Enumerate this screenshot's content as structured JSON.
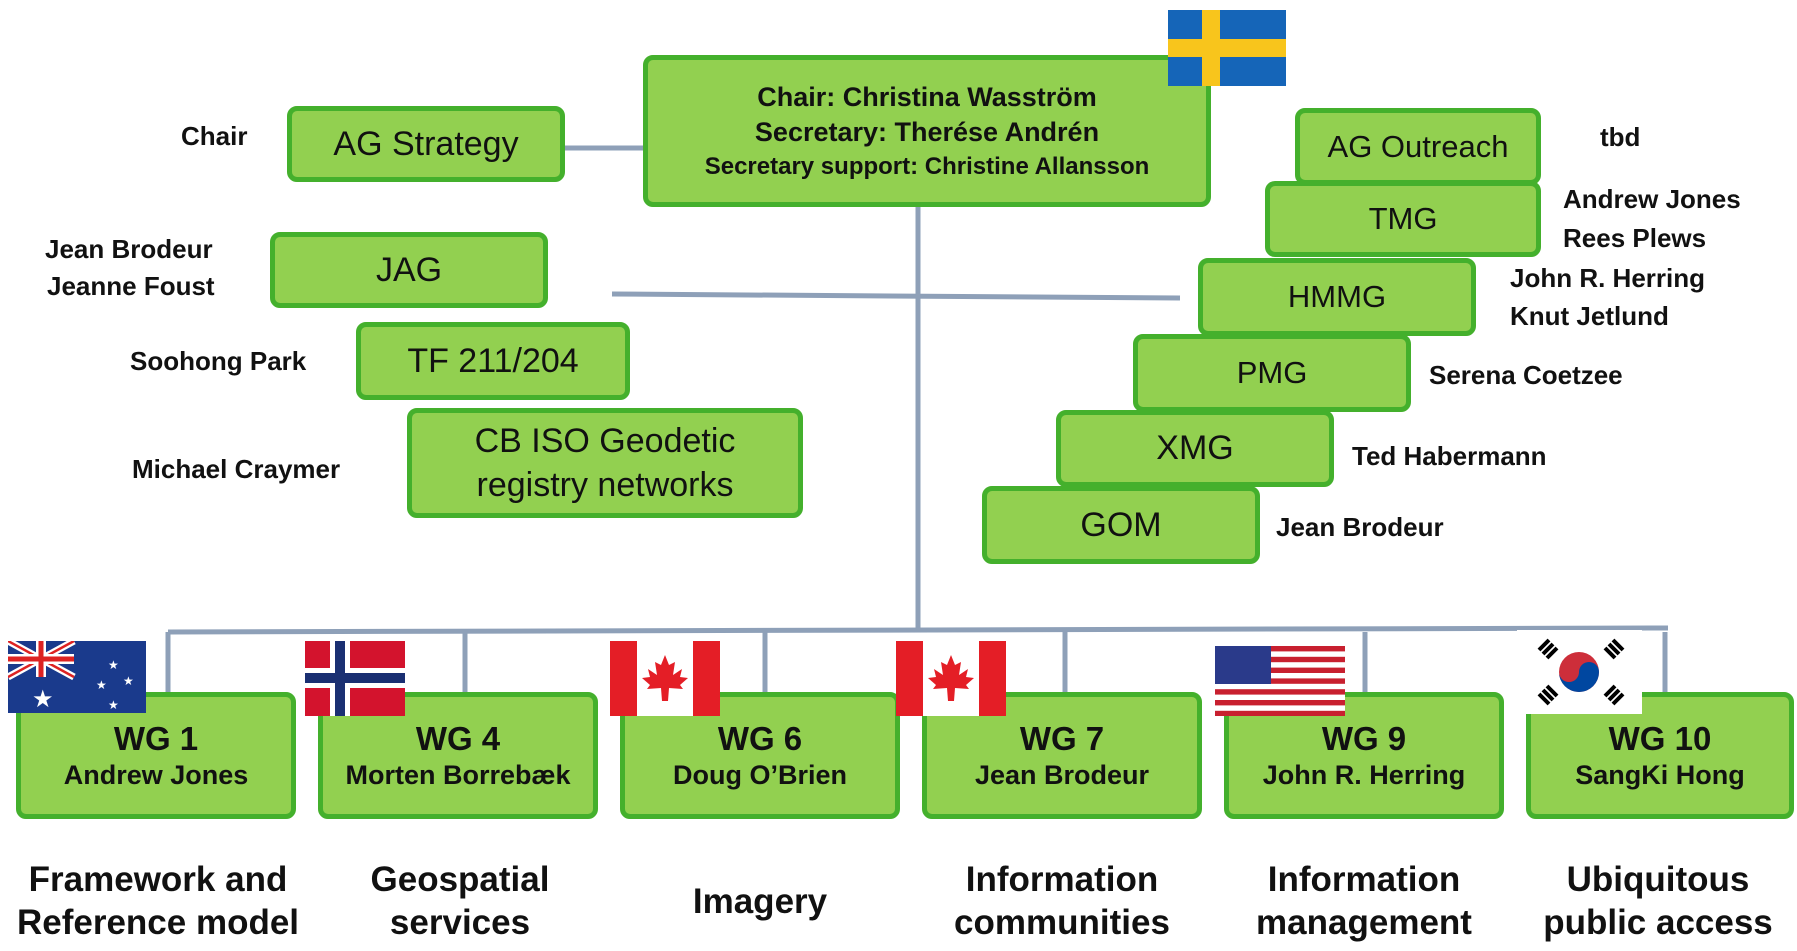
{
  "top": {
    "chair": "Chair: Christina Wasström",
    "secretary": "Secretary: Therése Andrén",
    "support": "Secretary support: Christine Allansson"
  },
  "left_groups": [
    {
      "name": "AG Strategy",
      "leaders": [
        "Chair"
      ]
    },
    {
      "name": "JAG",
      "leaders": [
        "Jean Brodeur",
        "Jeanne Foust"
      ]
    },
    {
      "name": "TF 211/204",
      "leaders": [
        "Soohong Park"
      ]
    },
    {
      "name": "CB ISO Geodetic registry networks",
      "name_lines": [
        "CB ISO Geodetic",
        "registry networks"
      ],
      "leaders": [
        "Michael Craymer"
      ]
    }
  ],
  "right_groups": [
    {
      "name": "AG Outreach",
      "leaders": [
        "tbd"
      ]
    },
    {
      "name": "TMG",
      "leaders": [
        "Andrew Jones",
        "Rees Plews"
      ]
    },
    {
      "name": "HMMG",
      "leaders": [
        "John R. Herring",
        "Knut Jetlund"
      ]
    },
    {
      "name": "PMG",
      "leaders": [
        "Serena Coetzee"
      ]
    },
    {
      "name": "XMG",
      "leaders": [
        "Ted Habermann"
      ]
    },
    {
      "name": "GOM",
      "leaders": [
        "Jean Brodeur"
      ]
    }
  ],
  "working_groups": [
    {
      "id": "WG 1",
      "convenor": "Andrew Jones",
      "area": [
        "Framework and",
        "Reference model"
      ],
      "flag": "australia"
    },
    {
      "id": "WG 4",
      "convenor": "Morten Borrebæk",
      "area": [
        "Geospatial",
        "services"
      ],
      "flag": "norway"
    },
    {
      "id": "WG 6",
      "convenor": "Doug O’Brien",
      "area": [
        "Imagery"
      ],
      "flag": "canada"
    },
    {
      "id": "WG 7",
      "convenor": "Jean Brodeur",
      "area": [
        "Information",
        "communities"
      ],
      "flag": "canada"
    },
    {
      "id": "WG 9",
      "convenor": "John R. Herring",
      "area": [
        "Information",
        "management"
      ],
      "flag": "usa"
    },
    {
      "id": "WG 10",
      "convenor": "SangKi Hong",
      "area": [
        "Ubiquitous",
        "public access"
      ],
      "flag": "korea"
    }
  ],
  "top_flag": "sweden",
  "colors": {
    "box_fill": "#92d050",
    "box_border": "#44b02c",
    "connector": "#8496b0"
  }
}
